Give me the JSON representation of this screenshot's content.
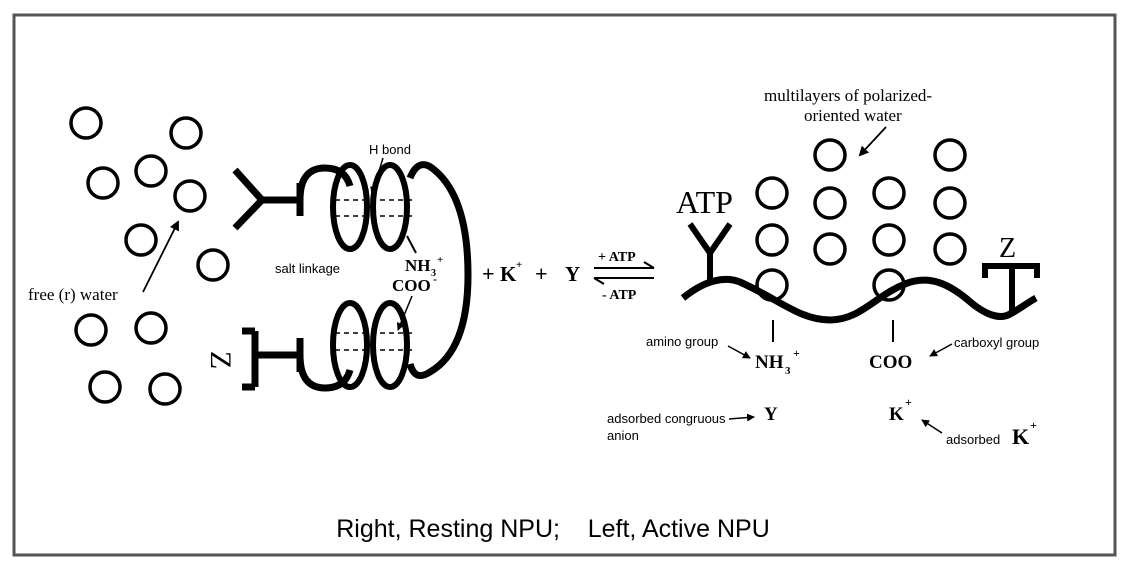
{
  "caption": "Right, Resting NPU;    Left, Active NPU",
  "left": {
    "free_water": "free (r) water",
    "h_bond": "H bond",
    "salt_linkage": "salt linkage",
    "nh3": "NH",
    "nh3_sub": "3",
    "nh3_sup": "+",
    "coo": "COO",
    "coo_sup": "-",
    "z": "Z"
  },
  "middle": {
    "plus1": "+",
    "k": "K",
    "k_sup": "+",
    "plus2": "+",
    "y": "Y",
    "plus_atp": "+ ATP",
    "minus_atp": "- ATP"
  },
  "right": {
    "multilayers_line1": "multilayers of polarized-",
    "multilayers_line2": "oriented water",
    "atp": "ATP",
    "z": "Z",
    "amino_group": "amino group",
    "nh3": "NH",
    "nh3_sub": "3",
    "nh3_sup": "+",
    "coo": "COO",
    "carboxyl_group": "carboxyl group",
    "adsorbed_anion_line1": "adsorbed congruous",
    "adsorbed_anion_line2": "anion",
    "y": "Y",
    "k": "K",
    "k_sup": "+",
    "adsorbed_k": "adsorbed",
    "adsorbed_k_letter": "K",
    "adsorbed_k_sup": "+"
  }
}
